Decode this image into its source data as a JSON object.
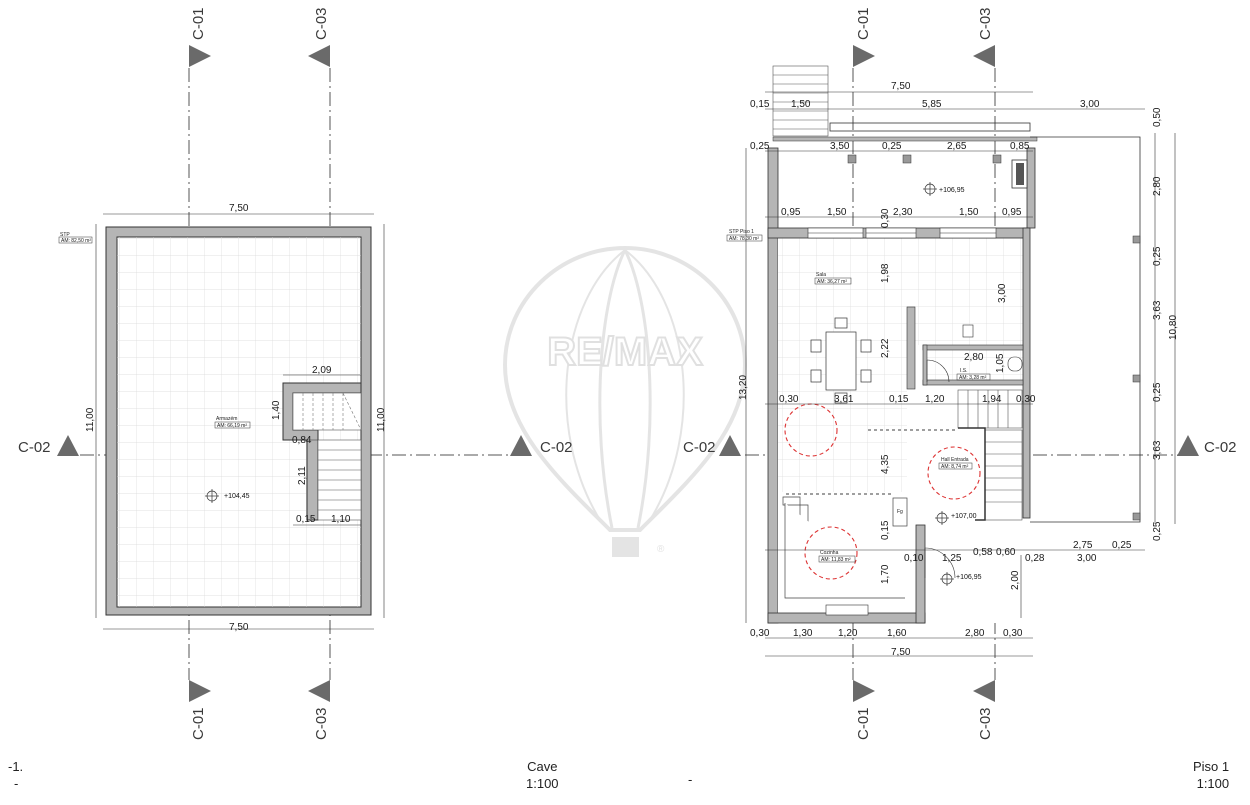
{
  "sections": {
    "c01": "C-01",
    "c02": "C-02",
    "c03": "C-03"
  },
  "watermark": {
    "brand": "RE/MAX",
    "registered": "®"
  },
  "cave": {
    "dims": {
      "top_width": "7,50",
      "bottom_width": "7,50",
      "left_height": "11,00",
      "right_height": "11,00",
      "stair_width": "2,09",
      "stair_h1": "1,40",
      "stair_gap": "0,84",
      "stair_h2": "2,11",
      "stair_b1": "0,15",
      "stair_b2": "1,10"
    },
    "elevation": "+104,45",
    "stp_label": "STP",
    "stp_area": "AM: 82,50 m²",
    "room_name": "Armazém",
    "room_area": "AM: 66,19 m²"
  },
  "piso": {
    "dims": {
      "top_total": "7,50",
      "r1_a": "0,15",
      "r1_b": "1,50",
      "r1_c": "5,85",
      "r1_d": "3,00",
      "r2_a": "0,25",
      "r2_b": "3,50",
      "r2_c": "0,25",
      "r2_d": "2,65",
      "r2_e": "0,85",
      "w_a": "0,95",
      "w_b": "1,50",
      "w_c": "0,30",
      "w_d": "2,30",
      "w_e": "1,50",
      "w_f": "0,95",
      "v_198": "1,98",
      "v_300": "3,00",
      "v_222": "2,22",
      "v_105": "1,05",
      "h_280": "2,80",
      "left_total": "13,20",
      "m_030a": "0,30",
      "m_361": "3,61",
      "m_015": "0,15",
      "m_120": "1,20",
      "m_194": "1,94",
      "m_030b": "0,30",
      "v_435": "4,35",
      "v_015": "0,15",
      "v_170": "1,70",
      "l_010": "0,10",
      "l_125": "1,25",
      "l_058": "0,58",
      "l_060": "0,60",
      "l_028": "0,28",
      "l_275": "2,75",
      "l_025": "0,25",
      "l_300": "3,00",
      "v_200": "2,00",
      "b_030a": "0,30",
      "b_130": "1,30",
      "b_120": "1,20",
      "b_160": "1,60",
      "b_280": "2,80",
      "b_030b": "0,30",
      "bottom_total": "7,50",
      "r_050": "0,50",
      "r_280": "2,80",
      "r_025a": "0,25",
      "r_363a": "3,63",
      "r_025b": "0,25",
      "r_363b": "3,63",
      "r_025c": "0,25",
      "r_1080": "10,80"
    },
    "elev_terrace": "+106,95",
    "elev_hall": "+107,00",
    "elev_entry": "+106,95",
    "stp_label": "STP Piso 1",
    "stp_area": "AM: 78,30 m²",
    "sala_name": "Sala",
    "sala_area": "AM: 36,27 m²",
    "wc_name": "I.S.",
    "wc_area": "AM: 3,28 m²",
    "hall_name": "Hall Entrada",
    "hall_area": "AM: 8,74 m²",
    "cozinha_name": "Cozinha",
    "cozinha_area": "AM: 11,83 m²",
    "fg_label": "Fg"
  },
  "footer": {
    "left_top": "-1.",
    "left_bottom": "-",
    "center_title": "Cave",
    "center_scale": "1:100",
    "mid_dash": "-",
    "right_title": "Piso 1",
    "right_scale": "1:100"
  }
}
